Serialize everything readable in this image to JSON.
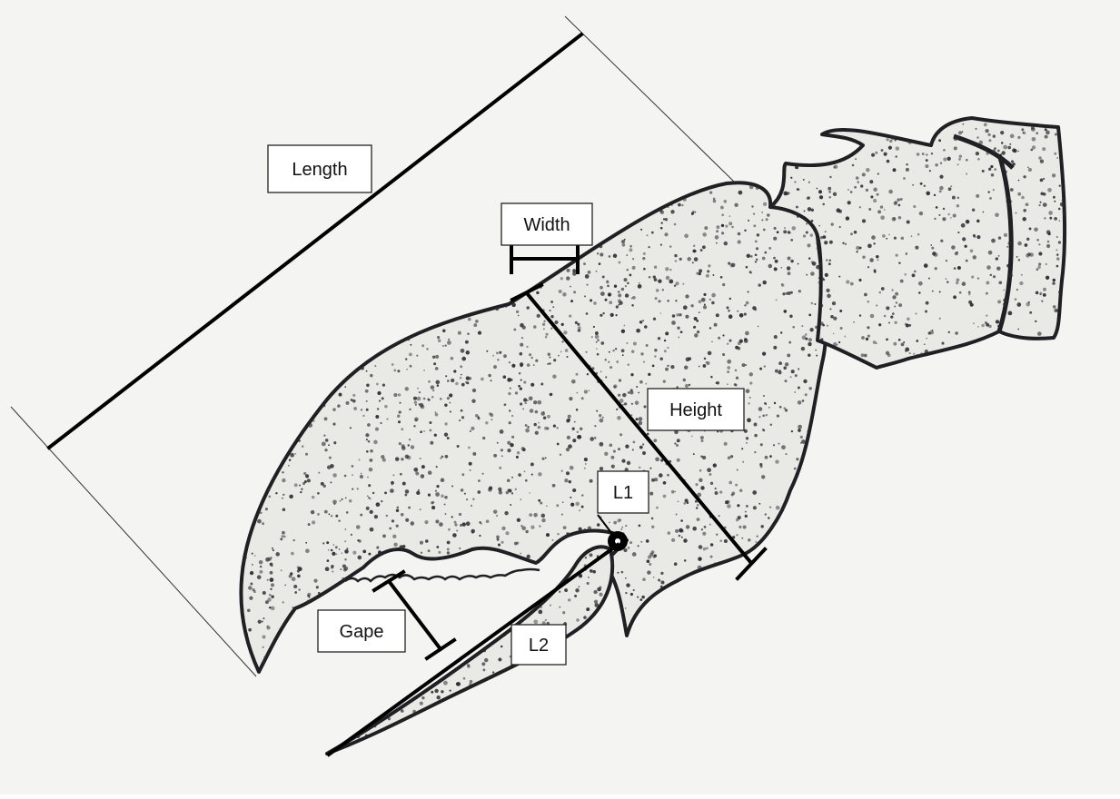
{
  "diagram": {
    "subject": "crab claw",
    "labels": {
      "length": "Length",
      "width": "Width",
      "height": "Height",
      "l1": "L1",
      "l2": "L2",
      "gape": "Gape"
    }
  },
  "colors": {
    "background": "#f4f4f2",
    "claw_fill": "#e9e9e6",
    "stipple": "#2a2a30",
    "outline": "#202024",
    "measure_line": "#000000"
  }
}
